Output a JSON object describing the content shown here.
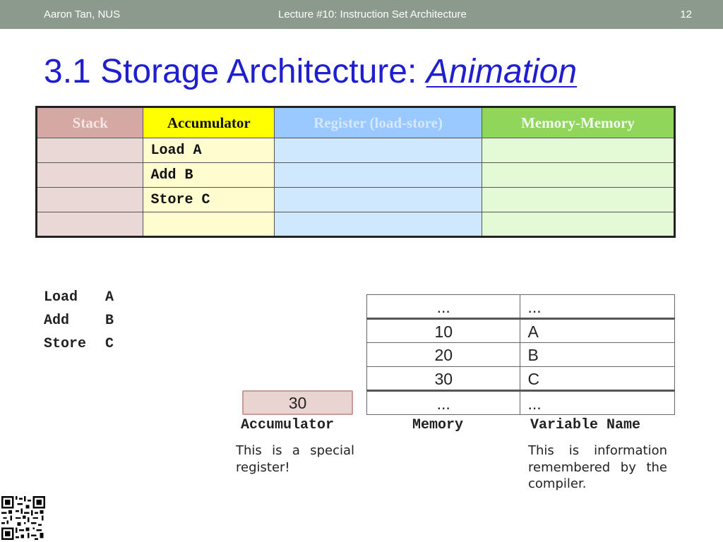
{
  "header": {
    "author": "Aaron Tan, NUS",
    "lecture": "Lecture #10: Instruction Set Architecture",
    "page": "12"
  },
  "title": {
    "main": "3.1 Storage Architecture: ",
    "emphasis": "Animation"
  },
  "architecture_table": {
    "columns": [
      "Stack",
      "Accumulator",
      "Register (load-store)",
      "Memory-Memory"
    ],
    "accumulator_rows": [
      "Load A",
      "Add B",
      "Store C",
      ""
    ],
    "colors": {
      "stack": "#d6a8a4",
      "accumulator": "#ffff00",
      "register": "#99c9ff",
      "memory": "#8fd65a"
    }
  },
  "code": {
    "lines": [
      {
        "op": "Load",
        "arg": "A"
      },
      {
        "op": "Add",
        "arg": "B"
      },
      {
        "op": "Store",
        "arg": "C"
      }
    ]
  },
  "memory_table": {
    "rows": [
      {
        "value": "...",
        "name": "..."
      },
      {
        "value": "10",
        "name": "A"
      },
      {
        "value": "20",
        "name": "B"
      },
      {
        "value": "30",
        "name": "C"
      },
      {
        "value": "...",
        "name": "..."
      }
    ]
  },
  "accumulator_box": {
    "value": "30",
    "label": "Accumulator",
    "note": "This is a special register!"
  },
  "memory_label": "Memory",
  "variable_label": "Variable Name",
  "variable_note": "This is information remembered by the compiler.",
  "icons": {
    "qr": "qr-code-icon"
  }
}
